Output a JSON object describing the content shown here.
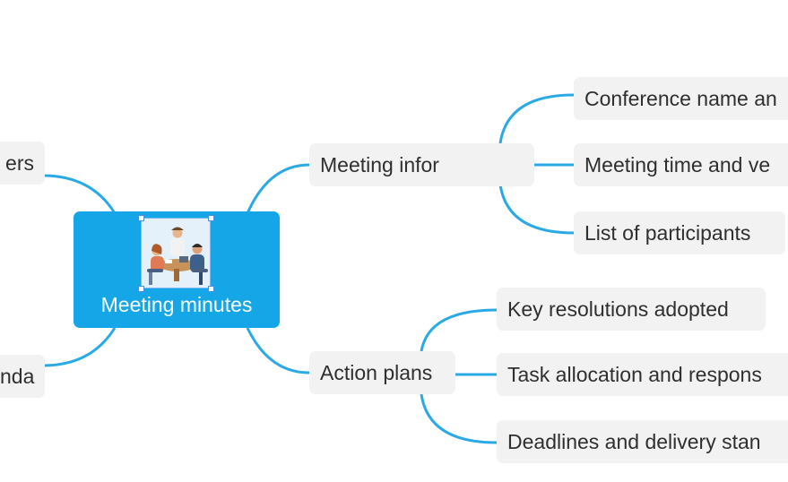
{
  "mindmap": {
    "root": {
      "title": "Meeting minutes",
      "image_icon": "meeting-illustration-icon"
    },
    "branches": {
      "left_top": {
        "label": "ers"
      },
      "left_bottom": {
        "label": "nda"
      },
      "meeting_info": {
        "label": "Meeting infor",
        "children": [
          {
            "label": "Conference name an"
          },
          {
            "label": "Meeting time and ve"
          },
          {
            "label": "List of participants"
          }
        ]
      },
      "action_plans": {
        "label": "Action plans",
        "children": [
          {
            "label": "Key resolutions adopted"
          },
          {
            "label": "Task allocation and respons"
          },
          {
            "label": "Deadlines and delivery stan"
          }
        ]
      }
    },
    "colors": {
      "root_fill": "#14a6e6",
      "edge": "#2aaae4",
      "node_fill": "#f2f2f2",
      "node_text": "#2f2f2f"
    }
  }
}
